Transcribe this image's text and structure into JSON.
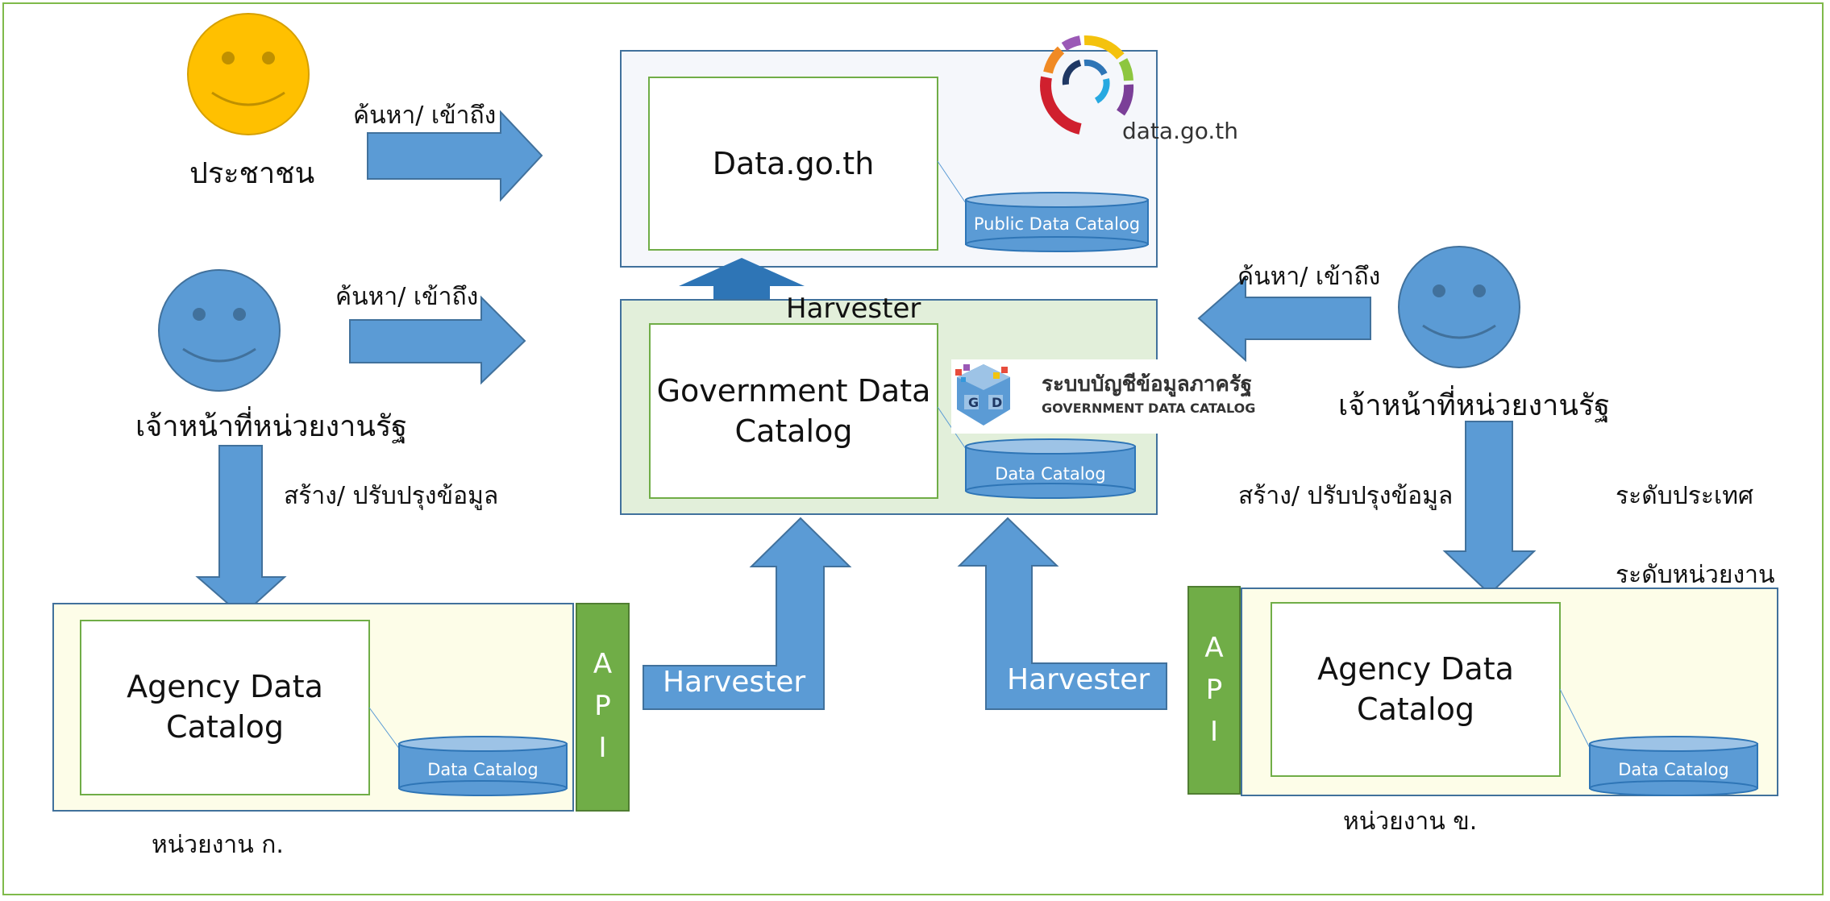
{
  "colors": {
    "frame": "#7fba4a",
    "arrow": "#5b9bd5",
    "arrow_dark": "#2e75b6",
    "api_green": "#70ad47",
    "box_green_border": "#70ad47",
    "agency_bg": "#fdfde8",
    "gov_bg": "#e2efda",
    "portal_bg": "#f5f7fb",
    "face_yellow": "#ffc000",
    "face_blue": "#5b9bd5"
  },
  "actors": {
    "citizen": {
      "label": "ประชาชน",
      "icon": "smiley-face-icon"
    },
    "officer_left": {
      "label": "เจ้าหน้าที่หน่วยงานรัฐ",
      "icon": "smiley-face-icon"
    },
    "officer_right": {
      "label": "เจ้าหน้าที่หน่วยงานรัฐ",
      "icon": "smiley-face-icon"
    }
  },
  "actions": {
    "citizen_access": "ค้นหา/ เข้าถึง",
    "officer_left_access": "ค้นหา/ เข้าถึง",
    "officer_right_access": "ค้นหา/ เข้าถึง",
    "officer_left_update": "สร้าง/ ปรับปรุงข้อมูล",
    "officer_right_update": "สร้าง/ ปรับปรุงข้อมูล"
  },
  "portal": {
    "title": "Data.go.th",
    "catalog": "Public Data Catalog",
    "logo_text": "data.go.th"
  },
  "gov_catalog": {
    "title": "Government Data Catalog",
    "catalog": "Data Catalog",
    "harvester": "Harvester",
    "logo_th": "ระบบบัญชีข้อมูลภาครัฐ",
    "logo_en": "GOVERNMENT DATA CATALOG",
    "logo_g": "G",
    "logo_d": "D"
  },
  "agency_a": {
    "title": "Agency Data Catalog",
    "catalog": "Data Catalog",
    "api": [
      "A",
      "P",
      "I"
    ],
    "harvester": "Harvester",
    "name": "หน่วยงาน ก."
  },
  "agency_b": {
    "title": "Agency Data Catalog",
    "catalog": "Data Catalog",
    "api": [
      "A",
      "P",
      "I"
    ],
    "harvester": "Harvester",
    "name": "หน่วยงาน ข."
  },
  "levels": {
    "national": "ระดับประเทศ",
    "agency": "ระดับหน่วยงาน"
  }
}
